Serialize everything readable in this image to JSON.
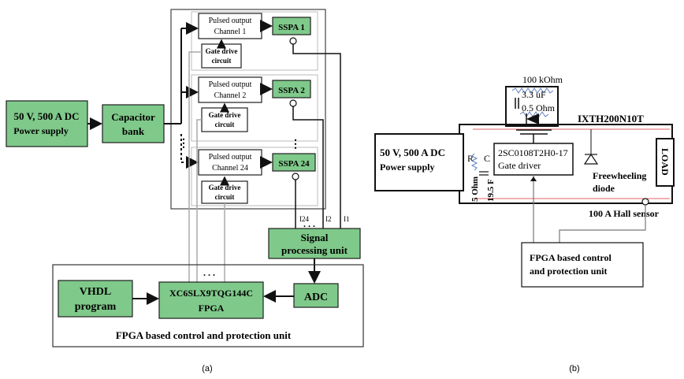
{
  "panel_a": {
    "power_supply": {
      "line1": "50 V, 500 A DC",
      "line2": "Power supply"
    },
    "capacitor_bank": {
      "line1": "Capacitor",
      "line2": "bank"
    },
    "channels": [
      {
        "pulsed_line1": "Pulsed output",
        "pulsed_line2": "Channel 1",
        "sspa": "SSPA 1",
        "gate_line1": "Gate drive",
        "gate_line2": "circuit"
      },
      {
        "pulsed_line1": "Pulsed output",
        "pulsed_line2": "Channel 2",
        "sspa": "SSPA 2",
        "gate_line1": "Gate drive",
        "gate_line2": "circuit"
      },
      {
        "pulsed_line1": "Pulsed output",
        "pulsed_line2": "Channel 24",
        "sspa": "SSPA 24",
        "gate_line1": "Gate drive",
        "gate_line2": "circuit"
      }
    ],
    "signal_labels": [
      "I24",
      "I2",
      "I1"
    ],
    "signal_processing": {
      "line1": "Signal",
      "line2": "processing unit"
    },
    "adc": "ADC",
    "vhdl": {
      "line1": "VHDL",
      "line2": "program"
    },
    "fpga": {
      "line1": "XC6SLX9TQG144C",
      "line2": "FPGA"
    },
    "unit_caption": "FPGA based control and protection unit",
    "caption": "(a)"
  },
  "panel_b": {
    "resistor_top": "100 kOhm",
    "capacitor_top": "3.3 uF",
    "resistor_small": "0.5 Ohm",
    "transistor": "IXTH200N10T",
    "power_supply": {
      "line1": "50 V, 500 A DC",
      "line2": "Power supply"
    },
    "r_label": "R",
    "c_label": "C",
    "r_value": "5 Ohm",
    "c_value": "19.5 F",
    "gate_driver": {
      "line1": "2SC0108T2H0-17",
      "line2": "Gate driver"
    },
    "diode": {
      "line1": "Freewheeling",
      "line2": "diode"
    },
    "load": "LOAD",
    "hall_sensor": "100 A Hall sensor",
    "fpga_unit": {
      "line1": "FPGA based control",
      "line2": "and protection unit"
    },
    "caption": "(b)"
  },
  "colors": {
    "block_green": "#7fc98a",
    "block_border": "#1e1e1e",
    "red_wire": "#e06060"
  }
}
